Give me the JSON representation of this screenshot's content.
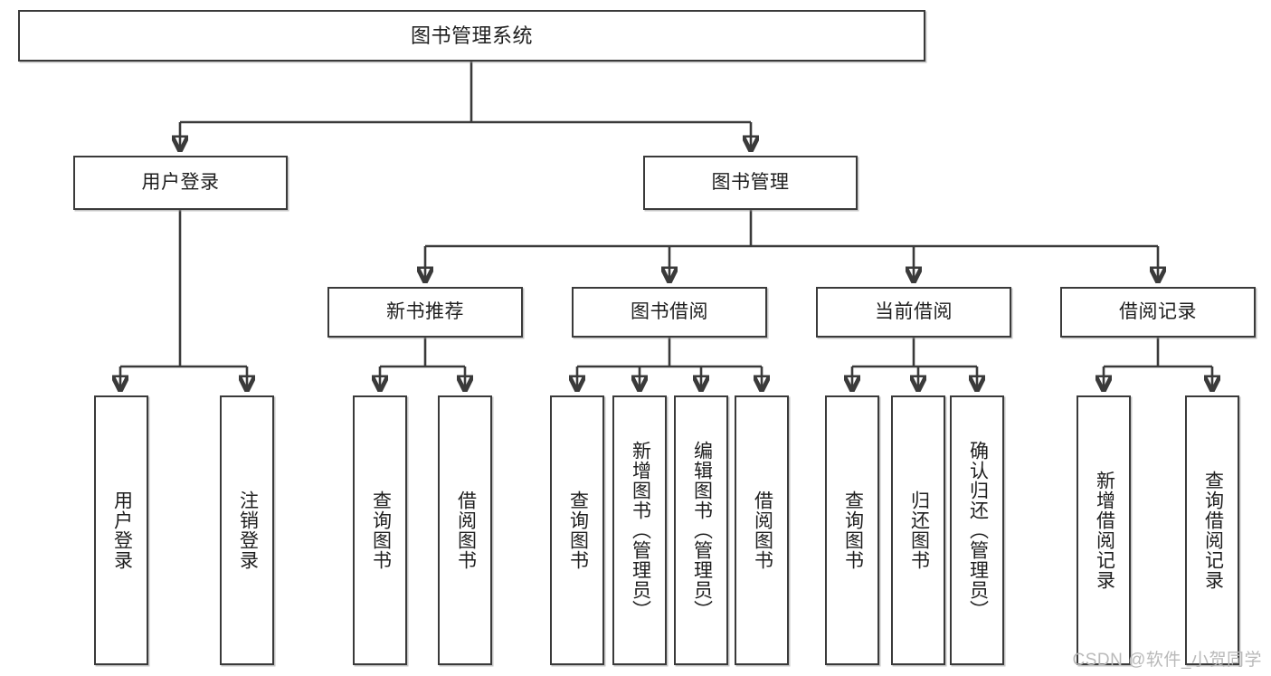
{
  "diagram": {
    "title": "图书管理系统",
    "type": "tree-hierarchy-chart",
    "root": {
      "id": "root",
      "label": "图书管理系统"
    },
    "level2": [
      {
        "id": "user-login",
        "label": "用户登录"
      },
      {
        "id": "book-manage",
        "label": "图书管理"
      }
    ],
    "level3": [
      {
        "id": "new-book-rec",
        "label": "新书推荐"
      },
      {
        "id": "book-borrow",
        "label": "图书借阅"
      },
      {
        "id": "current-borrow",
        "label": "当前借阅"
      },
      {
        "id": "borrow-record",
        "label": "借阅记录"
      }
    ],
    "leaves": [
      {
        "id": "leaf-user-login",
        "label": "用户登录",
        "parent": "user-login"
      },
      {
        "id": "leaf-user-logout",
        "label": "注销登录",
        "parent": "user-login"
      },
      {
        "id": "leaf-query-book-1",
        "label": "查询图书",
        "parent": "new-book-rec"
      },
      {
        "id": "leaf-borrow-book-1",
        "label": "借阅图书",
        "parent": "new-book-rec"
      },
      {
        "id": "leaf-query-book-2",
        "label": "查询图书",
        "parent": "book-borrow"
      },
      {
        "id": "leaf-add-book",
        "label": "新增图书（管理员）",
        "parent": "book-borrow"
      },
      {
        "id": "leaf-edit-book",
        "label": "编辑图书（管理员）",
        "parent": "book-borrow"
      },
      {
        "id": "leaf-borrow-book-2",
        "label": "借阅图书",
        "parent": "book-borrow"
      },
      {
        "id": "leaf-query-book-3",
        "label": "查询图书",
        "parent": "current-borrow"
      },
      {
        "id": "leaf-return-book",
        "label": "归还图书",
        "parent": "current-borrow"
      },
      {
        "id": "leaf-confirm-return",
        "label": "确认归还（管理员）",
        "parent": "current-borrow"
      },
      {
        "id": "leaf-add-record",
        "label": "新增借阅记录",
        "parent": "borrow-record"
      },
      {
        "id": "leaf-query-record",
        "label": "查询借阅记录",
        "parent": "borrow-record"
      }
    ],
    "colors": {
      "box_border": "#3a3a3a",
      "box_fill": "#ffffff",
      "connector": "#3a3a3a",
      "text": "#1e1e1e",
      "watermark": "#b9b9b9"
    }
  },
  "watermark": {
    "text": "CSDN @软件_小贺同学"
  }
}
